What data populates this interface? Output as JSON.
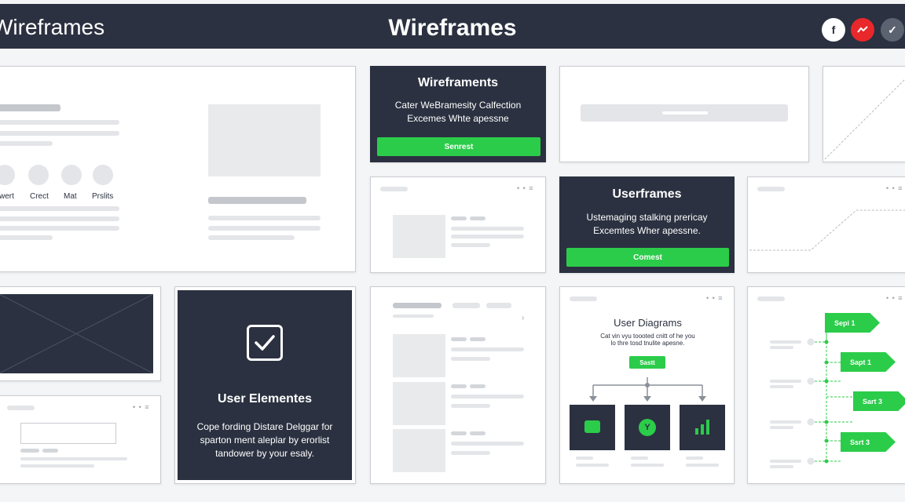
{
  "header": {
    "left_title": "Wireframes",
    "center_title": "Wireframes",
    "icons": [
      {
        "name": "facebook-icon",
        "glyph": "f",
        "color": "#ffffff"
      },
      {
        "name": "chart-icon",
        "glyph": "~",
        "color": "#e8282b"
      },
      {
        "name": "check-icon",
        "glyph": "✓",
        "color": "#5b6270"
      }
    ]
  },
  "panel_large": {
    "labels": [
      "wert",
      "Crect",
      "Mat",
      "Prslits"
    ]
  },
  "card_wireframents": {
    "title": "Wireframents",
    "text_line1": "Cater WeBramesity Calfection",
    "text_line2": "Excemes Whte apessne",
    "button": "Senrest"
  },
  "card_userframes": {
    "title": "Userframes",
    "text_line1": "Ustemaging stalking prericay",
    "text_line2": "Excemtes Wher apessne.",
    "button": "Comest"
  },
  "card_user_elements": {
    "title": "User Elementes",
    "text_line1": "Cope fording Distare Delggar for",
    "text_line2": "sparton ment aleplar by erorlist",
    "text_line3": "tandower by your esaly."
  },
  "panel_diagrams": {
    "title": "User Diagrams",
    "text_line1": "Cat vin vyu toooted cnitt of he you",
    "text_line2": "lo thre tosd tnulite apesne.",
    "button": "Sastt",
    "tiles": [
      {
        "icon": "chat-icon",
        "glyph": "▪"
      },
      {
        "icon": "y-circle-icon",
        "glyph": "Y"
      },
      {
        "icon": "bar-chart-icon",
        "glyph": "▮"
      }
    ]
  },
  "panel_flow": {
    "steps": [
      "Sepi 1",
      "Sapt 1",
      "Sart 3",
      "Ssrt 3"
    ]
  },
  "colors": {
    "dark": "#2b3140",
    "accent_green": "#2bcc4a",
    "background": "#f4f5f6"
  }
}
